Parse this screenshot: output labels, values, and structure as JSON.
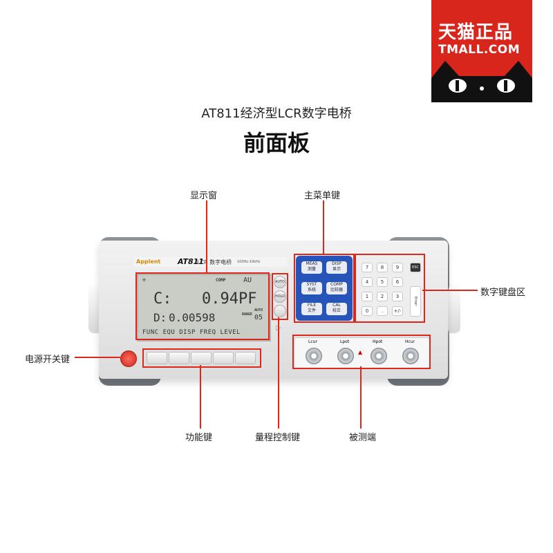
{
  "badge": {
    "brand_cn": "天猫",
    "genuine_cn": "正品",
    "brand_en": "TMALL.COM"
  },
  "header": {
    "subtitle": "AT811经济型LCR数字电桥",
    "title": "前面板"
  },
  "labels": {
    "display_window": "显示窗",
    "main_menu_keys": "主菜单键",
    "numeric_keypad": "数字键盘区",
    "power_switch": "电源开关键",
    "function_keys": "功能键",
    "range_keys": "量程控制键",
    "test_terminals": "被测端"
  },
  "device": {
    "brand": "Applent",
    "model": "AT811",
    "model_sub": "LCR 数字电桥",
    "freq_range": "100Hz-10kHz",
    "lcd": {
      "comp": "COMP",
      "au": "AU",
      "primary_param": "C:",
      "primary_value": "0.94PF",
      "secondary_param": "D:",
      "secondary_value": "0.00598",
      "range_label": "RANGE",
      "auto": "AUTO",
      "range_value": "05",
      "softkeys": "FUNC EQU DISP FREQ LEVEL"
    },
    "menu_keys": [
      {
        "en": "MEAS",
        "cn": "测量"
      },
      {
        "en": "DISP",
        "cn": "显示"
      },
      {
        "en": "SYST",
        "cn": "系统"
      },
      {
        "en": "COMP",
        "cn": "比较器"
      },
      {
        "en": "FILE",
        "cn": "文件"
      },
      {
        "en": "CAL",
        "cn": "校正"
      }
    ],
    "numeric_keys": [
      "7",
      "8",
      "9",
      "4",
      "5",
      "6",
      "1",
      "2",
      "3",
      "0",
      ".",
      "+/-"
    ],
    "esc_key": "ESC",
    "enter_key": "Enter",
    "range_keys": [
      "AUTO",
      "HOLD"
    ],
    "terminals": [
      "Lcur",
      "Lpot",
      "Hpot",
      "Hcur"
    ]
  }
}
